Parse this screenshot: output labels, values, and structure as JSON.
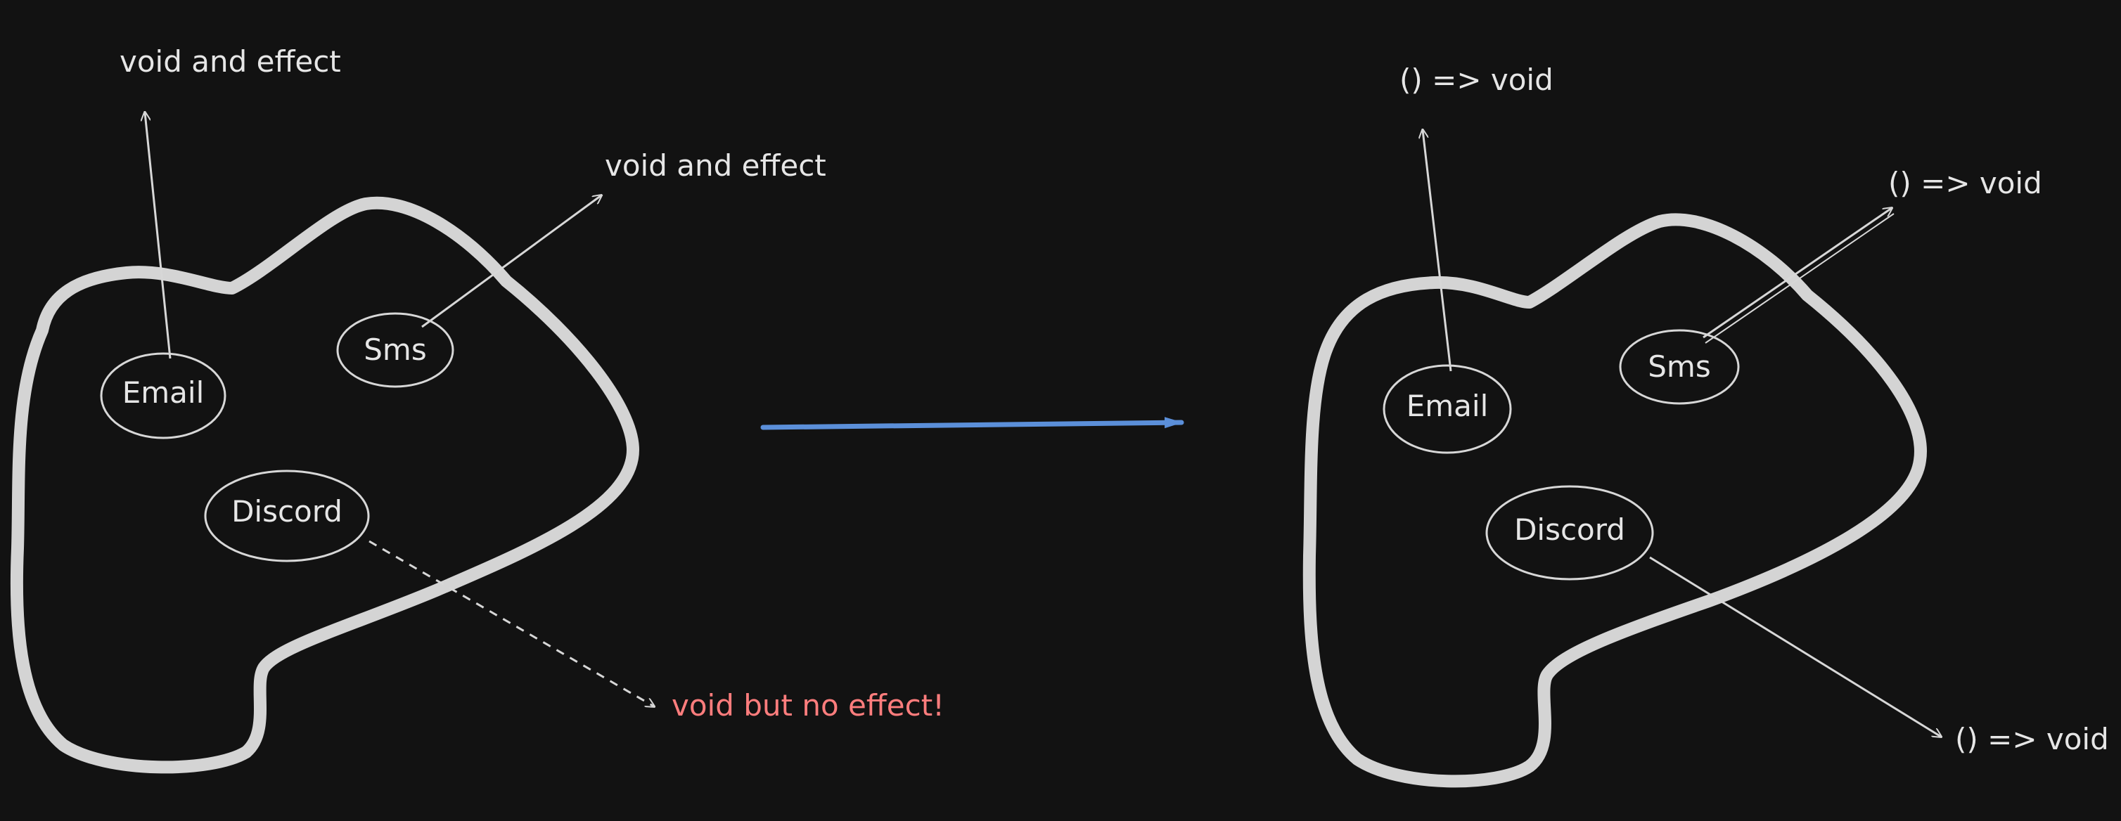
{
  "left_diagram": {
    "nodes": {
      "email": "Email",
      "sms": "Sms",
      "discord": "Discord"
    },
    "labels": {
      "email_output": "void and effect",
      "sms_output": "void and effect",
      "discord_output": "void but no effect!"
    }
  },
  "right_diagram": {
    "nodes": {
      "email": "Email",
      "sms": "Sms",
      "discord": "Discord"
    },
    "labels": {
      "email_output": "() => void",
      "sms_output": "() => void",
      "discord_output": "() => void"
    }
  },
  "colors": {
    "background": "#121212",
    "stroke": "#d7d7d7",
    "warning_text": "#ff7d7d",
    "transform_arrow": "#5b8fd9"
  }
}
